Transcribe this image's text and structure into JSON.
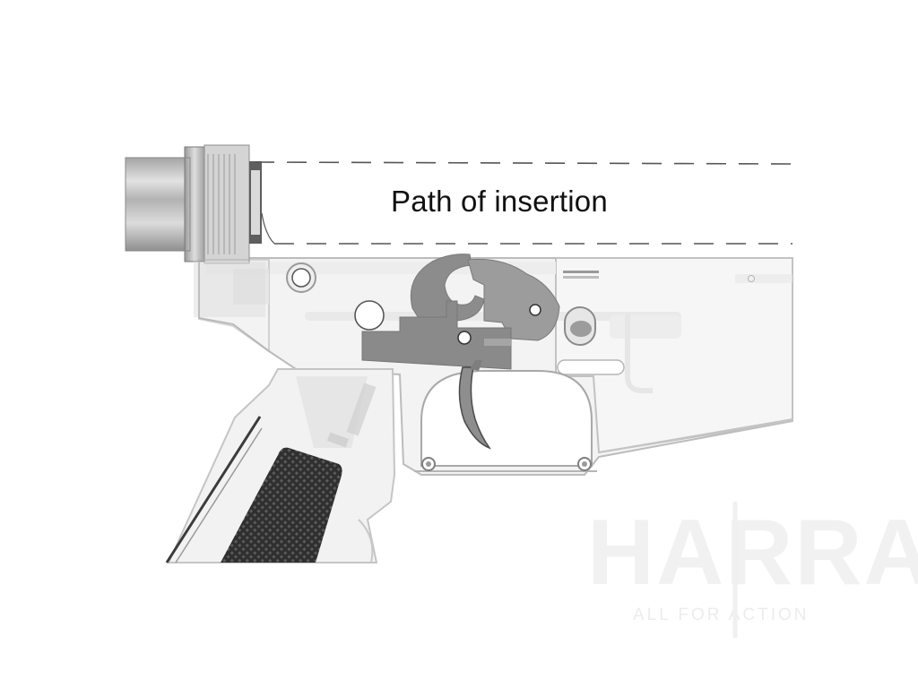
{
  "diagram": {
    "label": "Path of insertion"
  },
  "watermark": {
    "brand": "HARRANT",
    "tagline": "ALL FOR ACTION"
  },
  "colors": {
    "receiver_fill": "#f3f3f3",
    "receiver_outline": "#b9b9b9",
    "trigger_group": "#8c8c8c",
    "buffer_tube": "#b3b3b3",
    "grip_texture": "#333333",
    "dashes": "#555555",
    "watermark": "#f1f1f1"
  }
}
